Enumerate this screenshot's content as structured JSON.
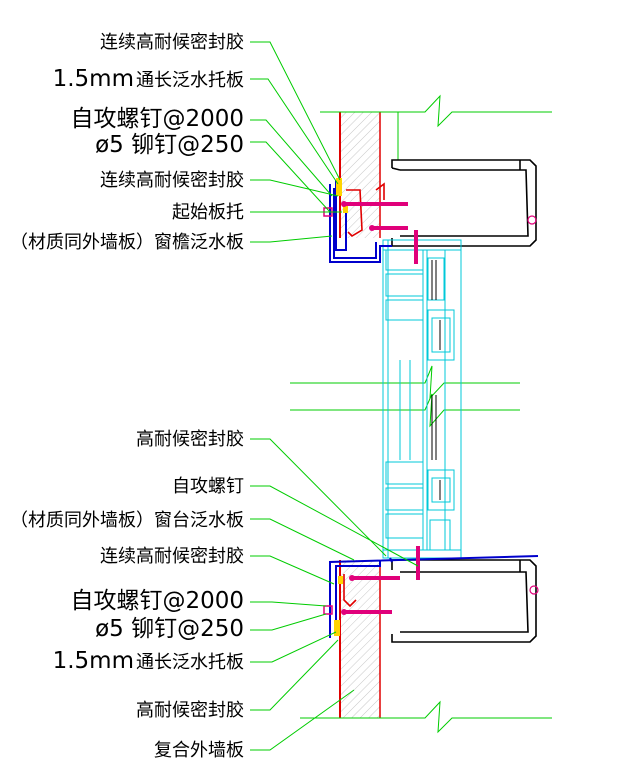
{
  "labels": {
    "top": [
      "连续高耐候密封胶",
      "通长泛水托板",
      "自攻螺钉@2000",
      "ø5 铆钉@250",
      "连续高耐候密封胶",
      "起始板托",
      "（材质同外墙板）窗檐泛水板"
    ],
    "top_prefix": "1.5mm",
    "bottom": [
      "高耐候密封胶",
      "自攻螺钉",
      "（材质同外墙板）窗台泛水板",
      "连续高耐候密封胶",
      "自攻螺钉@2000",
      "ø5 铆钉@250",
      "通长泛水托板",
      "高耐候密封胶",
      "复合外墙板"
    ],
    "bottom_prefix": "1.5mm"
  },
  "colors": {
    "leader": "#00cc00",
    "wall_edge": "#e00000",
    "flashing": "#0000cc",
    "window": "#00c8d8",
    "steel": "#000000",
    "screw": "#e0007a",
    "sealant": "#ffd400",
    "hatch": "#b0b0b0"
  }
}
